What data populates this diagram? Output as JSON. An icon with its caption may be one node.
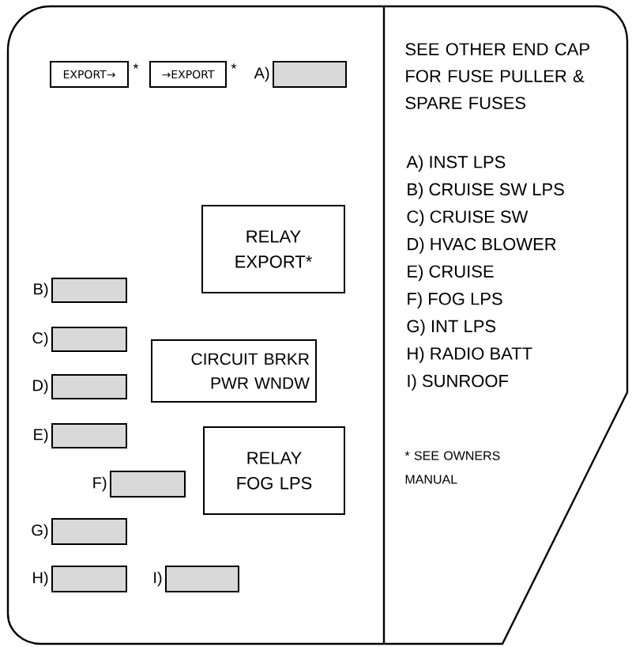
{
  "diagram": {
    "nodes": [
      {
        "text": [
          "EXPORT→"
        ],
        "beside": [
          "*"
        ]
      },
      {
        "text": [
          "→EXPORT"
        ],
        "beside": [
          "*"
        ]
      },
      {
        "text": [],
        "shape": "box",
        "beside": [
          "A)"
        ]
      },
      {
        "text": [
          "RELAY EXPORT*"
        ]
      },
      {
        "text": [],
        "shape": "box",
        "beside": [
          "B)"
        ]
      },
      {
        "text": [],
        "shape": "box",
        "beside": [
          "C)"
        ]
      },
      {
        "text": [
          "CIRCUIT BRKR PWR WNDW"
        ]
      },
      {
        "text": [],
        "shape": "box",
        "beside": [
          "D)"
        ]
      },
      {
        "text": [],
        "shape": "box",
        "beside": [
          "E)"
        ]
      },
      {
        "text": [
          "RELAY FOG LPS"
        ]
      },
      {
        "text": [],
        "shape": "box",
        "beside": [
          "F)"
        ]
      },
      {
        "text": [],
        "shape": "box",
        "beside": [
          "G)"
        ]
      },
      {
        "text": [],
        "shape": "box",
        "beside": [
          "H)"
        ]
      },
      {
        "text": [],
        "shape": "box",
        "beside": [
          "I)"
        ]
      }
    ],
    "labels": [
      "SEE OTHER END CAP FOR FUSE PULLER & SPARE FUSES",
      "A) INST LPS",
      "B) CRUISE SW LPS",
      "C) CRUISE SW",
      "D) HVAC BLOWER",
      "E) CRUISE",
      "F) FOG LPS",
      "G) INT LPS",
      "H) RADIO BATT",
      "I) SUNROOF",
      "* SEE OWNERS MANUAL"
    ]
  }
}
